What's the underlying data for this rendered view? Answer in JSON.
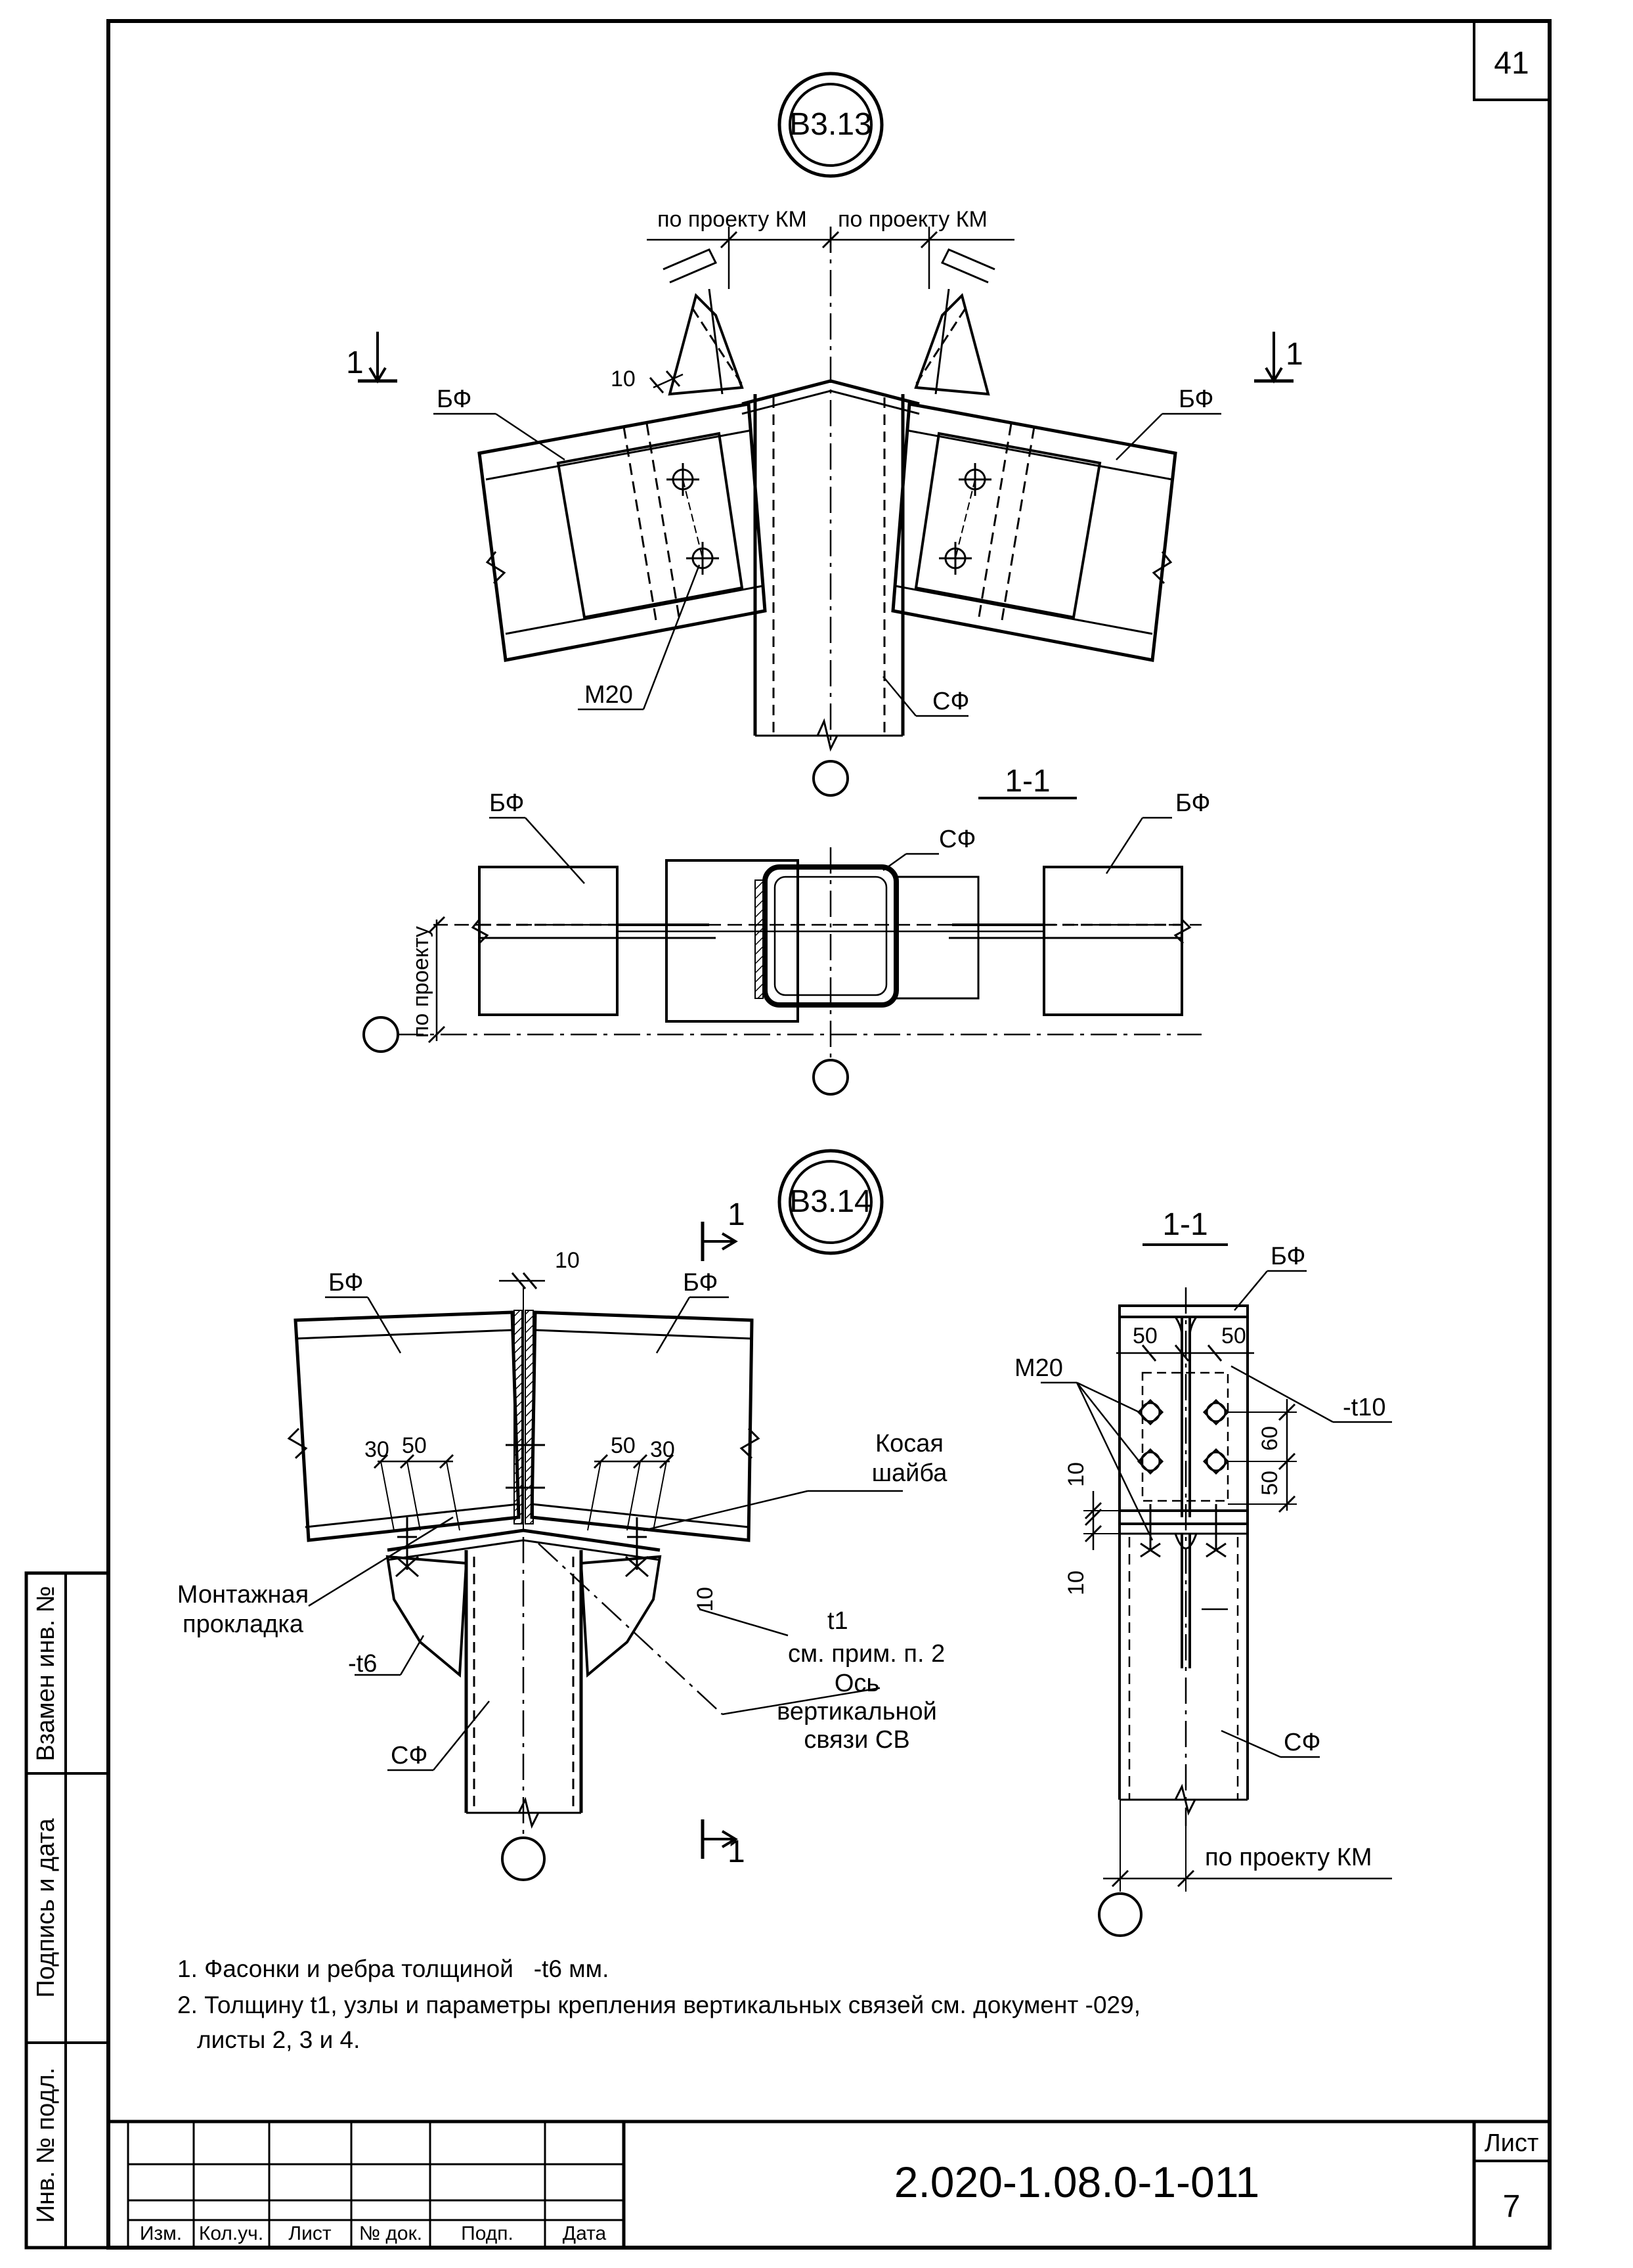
{
  "sheet": {
    "corner_number": "41",
    "code": "2.020-1.08.0-1-011",
    "list_label": "Лист",
    "list_number": "7"
  },
  "stamp_columns": [
    "Изм.",
    "Кол.уч.",
    "Лист",
    "№ док.",
    "Подп.",
    "Дата"
  ],
  "side_stamp": [
    "Взамен инв. №",
    "Подпись и дата",
    "Инв. № подл."
  ],
  "node_1": {
    "tag": "В3.13",
    "label_km_left": "по проекту КМ",
    "label_km_right": "по проекту КМ",
    "dim_10": "10",
    "section_mark": "1",
    "beam_left": "БФ",
    "beam_right": "БФ",
    "bolt": "М20",
    "column": "СФ"
  },
  "section_1": {
    "title": "1-1",
    "beam_left": "БФ",
    "beam_right": "БФ",
    "column": "СФ",
    "dim_label": "по проекту"
  },
  "node_2": {
    "tag": "В3.14",
    "section_mark": "1",
    "dim_10": "10",
    "beam_left": "БФ",
    "beam_right": "БФ",
    "dim_30_left": "30",
    "dim_50_left": "50",
    "dim_50_right": "50",
    "dim_30_right": "30",
    "washer_line1": "Косая",
    "washer_line2": "шайба",
    "dim_10_side": "10",
    "pad_line1": "Монтажная",
    "pad_line2": "прокладка",
    "plate": "-t6",
    "t1": "t1",
    "t1_note": "см. прим. п. 2",
    "axis_line1": "Ось",
    "axis_line2": "вертикальной",
    "axis_line3": "связи СВ",
    "column": "СФ"
  },
  "section_2": {
    "title": "1-1",
    "beam": "БФ",
    "bolt": "М20",
    "dim_50_left": "50",
    "dim_50_right": "50",
    "plate": "-t10",
    "dim_60": "60",
    "dim_50_v": "50",
    "dim_10_a": "10",
    "dim_10_b": "10",
    "column": "СФ",
    "km_label": "по проекту КМ"
  },
  "notes": [
    "1. Фасонки и ребра толщиной   -t6 мм.",
    "2. Толщину t1, узлы и параметры крепления вертикальных связей см. документ -029,",
    "листы 2, 3 и 4."
  ]
}
